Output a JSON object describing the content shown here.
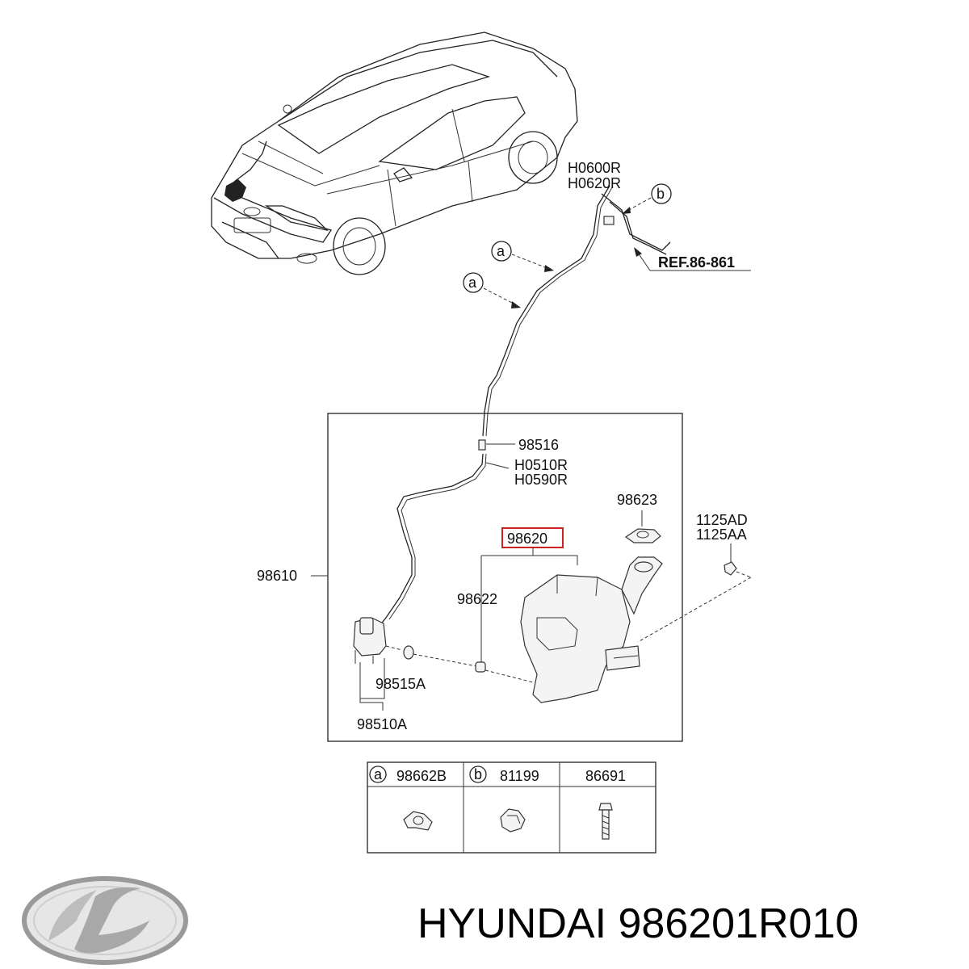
{
  "callouts": {
    "h0600r": "H0600R",
    "h0620r": "H0620R",
    "b_marker": "b",
    "a_marker_1": "a",
    "a_marker_2": "a",
    "ref": "REF.86-861",
    "p98516": "98516",
    "h0510r": "H0510R",
    "h0590r": "H0590R",
    "p98623": "98623",
    "p1125ad": "1125AD",
    "p1125aa": "1125AA",
    "p98620": "98620",
    "p98610": "98610",
    "p98622": "98622",
    "p98515a": "98515A",
    "p98510a": "98510A"
  },
  "legend_table": {
    "cells": [
      {
        "marker": "a",
        "part": "98662B"
      },
      {
        "marker": "b",
        "part": "81199"
      },
      {
        "marker": "",
        "part": "86691"
      }
    ]
  },
  "brand": {
    "text": "HYUNDAI 986201R010"
  },
  "colors": {
    "highlight_box": "#cc2222",
    "line": "#222222"
  }
}
